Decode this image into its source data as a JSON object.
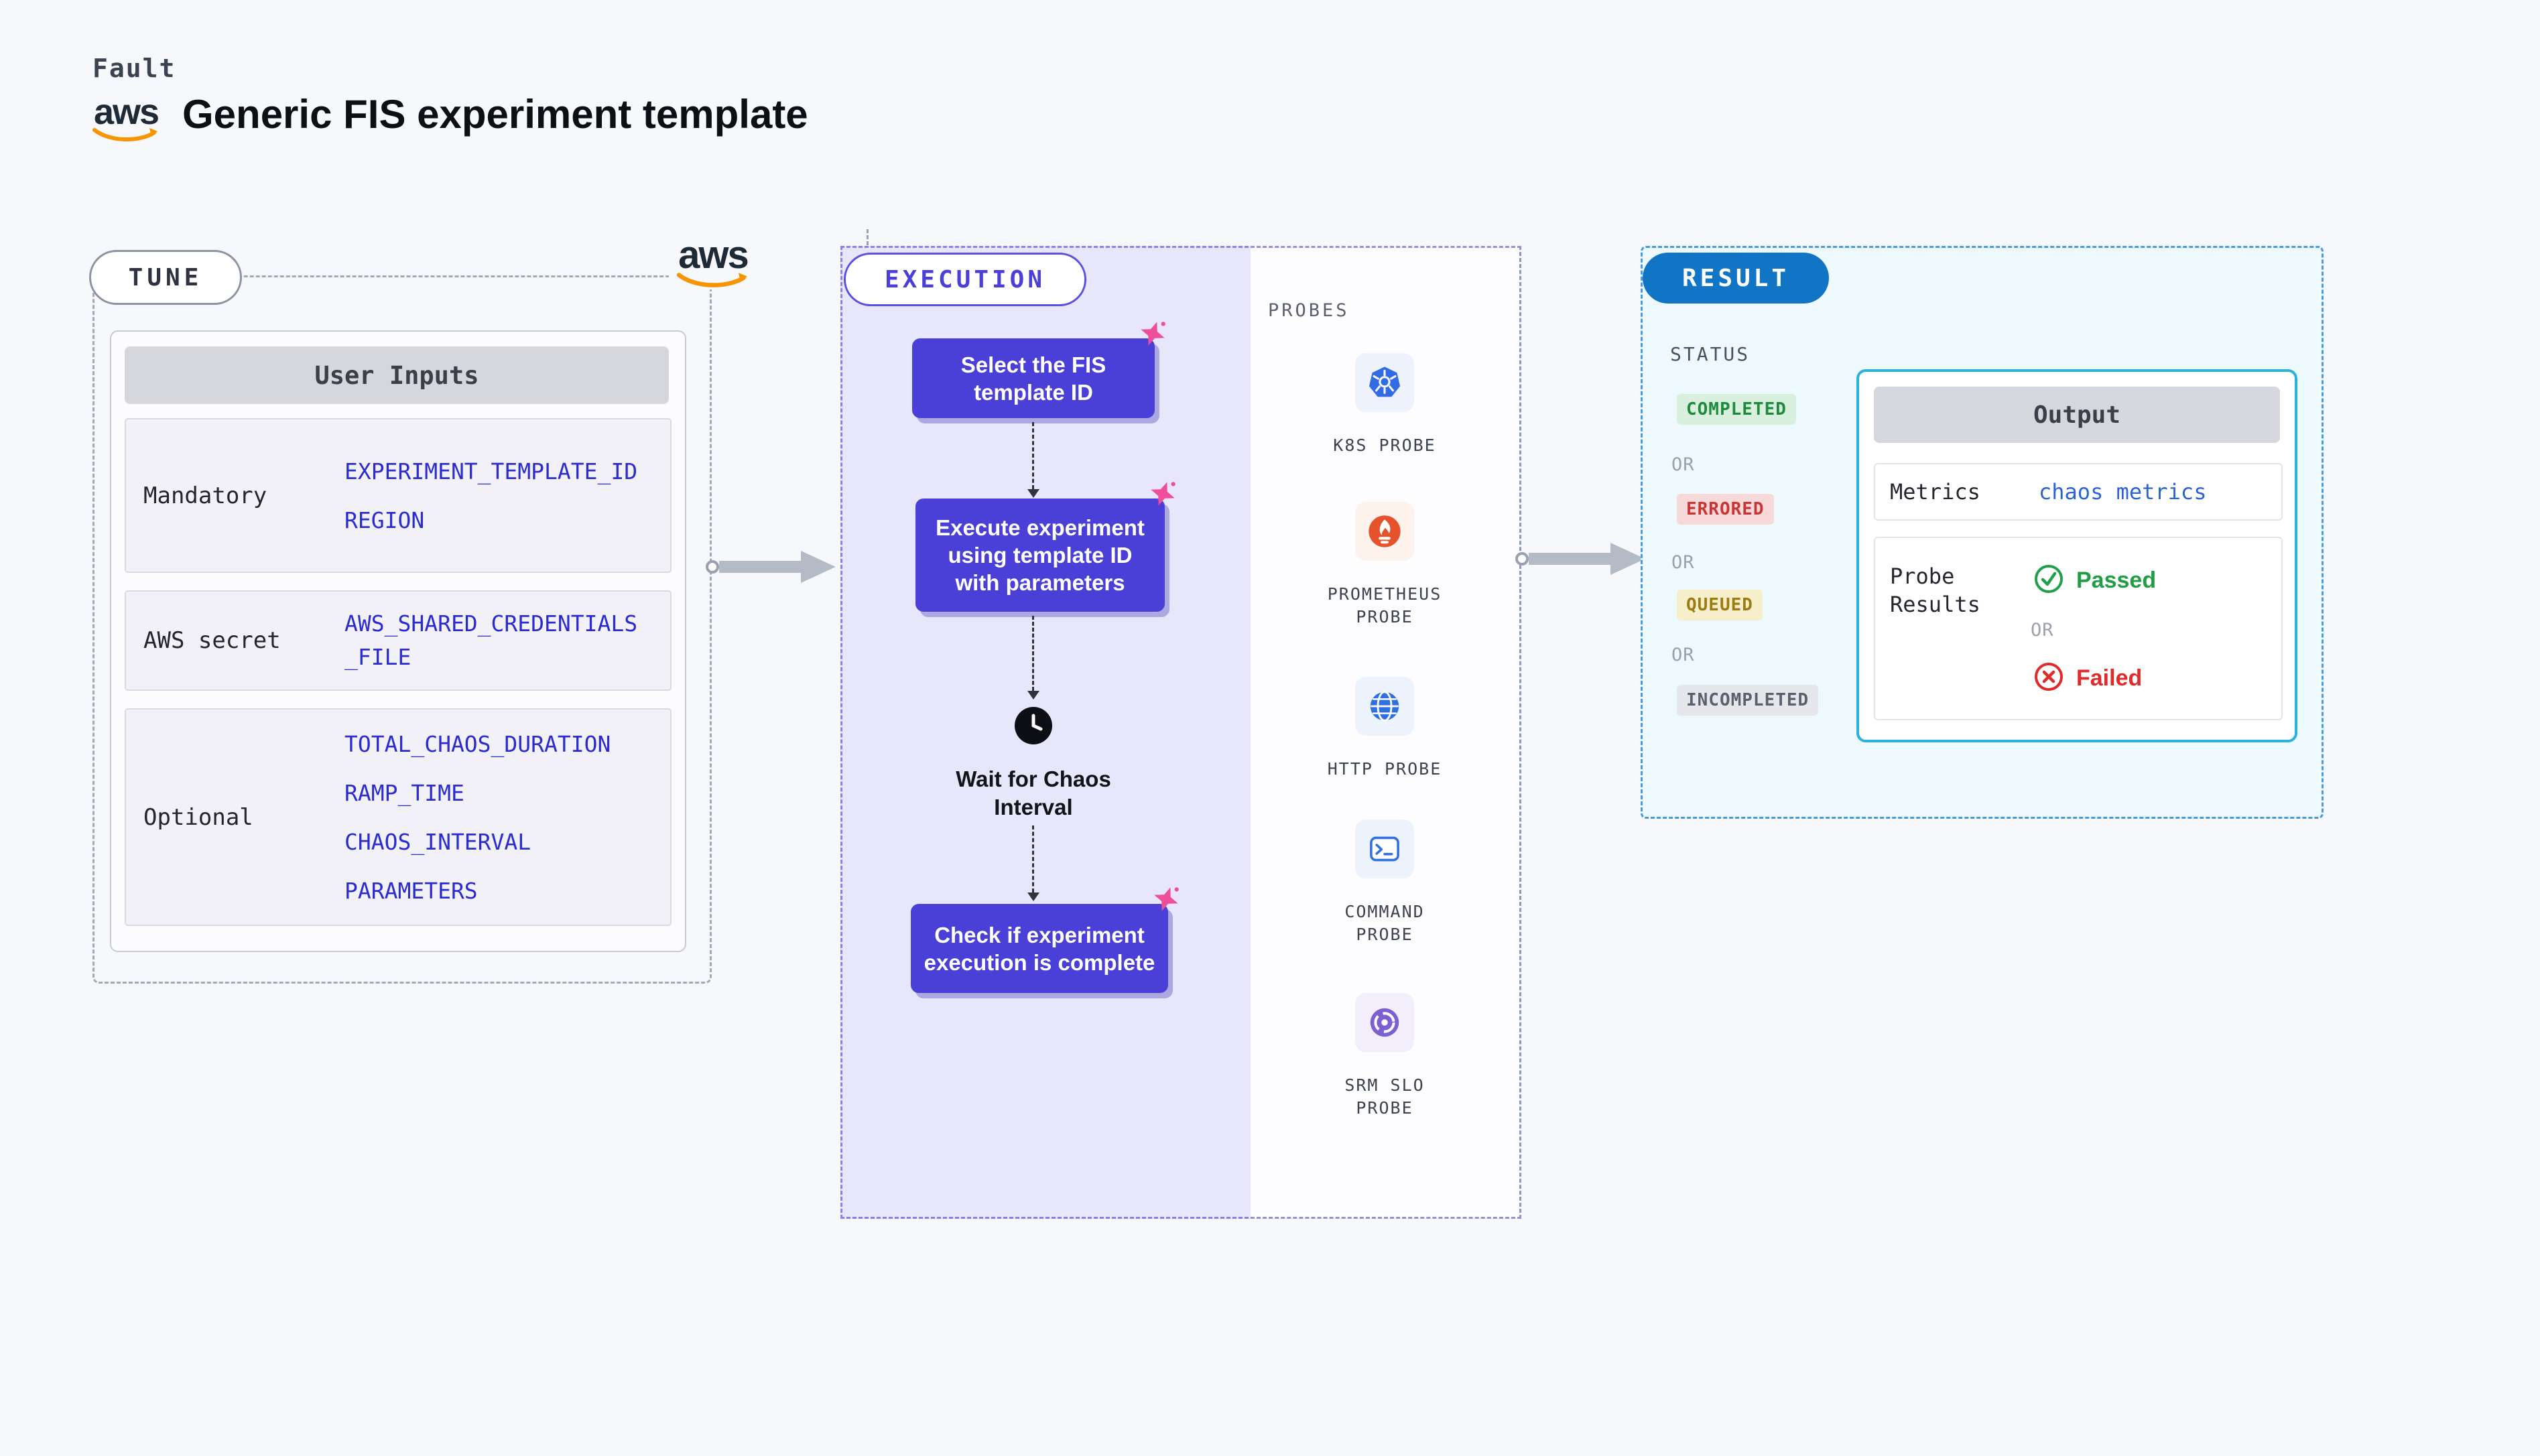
{
  "colors": {
    "page-bg": "#f7f8fb",
    "indigo": "#4a3fd6",
    "exec-bg": "#e8e6fb",
    "exec-border": "#8a80e8",
    "probes-border": "#9095cc",
    "pink": "#ee4e9c",
    "code-blue": "#2b2bd0",
    "link-blue": "#2b63d9",
    "result-blue": "#1174c5",
    "result-border": "#4b9bd8",
    "result-bg": "#eef9fd",
    "output-cyan": "#29b2dc",
    "green": "#1f9e44",
    "red": "#df2b2b",
    "arrow": "#b4bbc7",
    "dash-gray": "#a3aab6"
  },
  "header": {
    "brand": "Fault",
    "title": "Generic FIS experiment template",
    "aws": "aws"
  },
  "tune": {
    "pill": "TUNE",
    "aws": "aws",
    "table": {
      "header": "User Inputs",
      "rows": [
        {
          "label": "Mandatory",
          "lines": [
            "EXPERIMENT_TEMPLATE_ID",
            "REGION"
          ]
        },
        {
          "label": "AWS secret",
          "lines": [
            "AWS_SHARED_CREDENTIALS",
            "_FILE"
          ]
        },
        {
          "label": "Optional",
          "lines": [
            "TOTAL_CHAOS_DURATION",
            "RAMP_TIME",
            "CHAOS_INTERVAL",
            "PARAMETERS"
          ]
        }
      ]
    }
  },
  "execution": {
    "pill": "EXECUTION",
    "nodes": [
      {
        "lines": [
          "Select the FIS",
          "template ID"
        ]
      },
      {
        "lines": [
          "Execute experiment",
          "using template ID",
          "with parameters"
        ]
      },
      {
        "lines": [
          "Check if experiment",
          "execution is complete"
        ]
      }
    ],
    "wait": {
      "lines": [
        "Wait for Chaos",
        "Interval"
      ]
    },
    "probes_title": "PROBES",
    "probes": [
      {
        "icon": "kubernetes-icon",
        "lines": [
          "K8S PROBE",
          ""
        ]
      },
      {
        "icon": "prometheus-icon",
        "lines": [
          "PROMETHEUS",
          "PROBE"
        ]
      },
      {
        "icon": "globe-icon",
        "lines": [
          "HTTP PROBE",
          ""
        ]
      },
      {
        "icon": "terminal-icon",
        "lines": [
          "COMMAND",
          "PROBE"
        ]
      },
      {
        "icon": "slo-gauge-icon",
        "lines": [
          "SRM SLO",
          "PROBE"
        ]
      }
    ]
  },
  "result": {
    "pill": "RESULT",
    "status_label": "STATUS",
    "or": "OR",
    "statuses": [
      {
        "label": "COMPLETED",
        "bg": "#daf0df",
        "color": "#1f8a3c"
      },
      {
        "label": "ERRORED",
        "bg": "#f8d9d9",
        "color": "#c73535"
      },
      {
        "label": "QUEUED",
        "bg": "#f7eecb",
        "color": "#9c7b10"
      },
      {
        "label": "INCOMPLETED",
        "bg": "#e6e7eb",
        "color": "#5b606c"
      }
    ],
    "output": {
      "header": "Output",
      "metrics_label": "Metrics",
      "metrics_value": "chaos metrics",
      "probe_results": {
        "lines": [
          "Probe",
          "Results"
        ]
      },
      "passed": "Passed",
      "failed": "Failed",
      "or": "OR"
    }
  }
}
